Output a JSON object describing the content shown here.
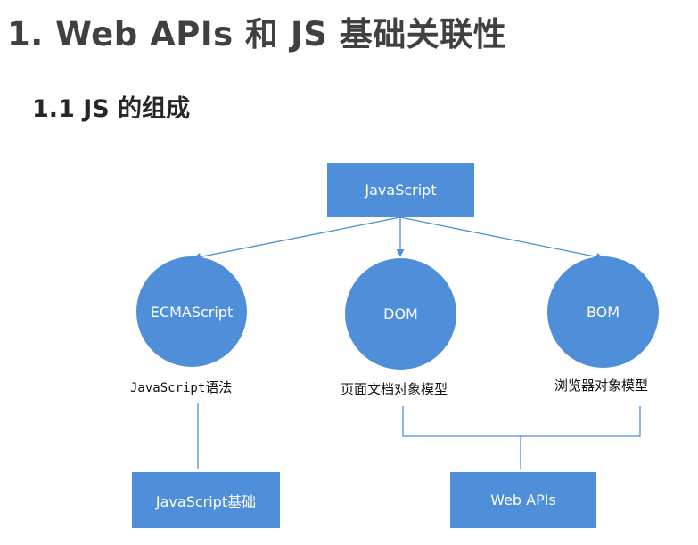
{
  "slide": {
    "title": "1. Web APIs 和 JS 基础关联性",
    "subtitle": "1.1 JS 的组成"
  },
  "diagram": {
    "root": "JavaScript",
    "nodes": [
      {
        "label": "ECMAScript",
        "caption_code": "JavaScript",
        "caption_text": "语法"
      },
      {
        "label": "DOM",
        "caption": "页面文档对象模型"
      },
      {
        "label": "BOM",
        "caption": "浏览器对象模型"
      }
    ],
    "bottom": {
      "basics": "JavaScript基础",
      "web_apis": "Web APIs"
    }
  },
  "colors": {
    "node_fill": "#4f8fd9",
    "connector": "#4f8fd9",
    "title_text": "#404040"
  }
}
